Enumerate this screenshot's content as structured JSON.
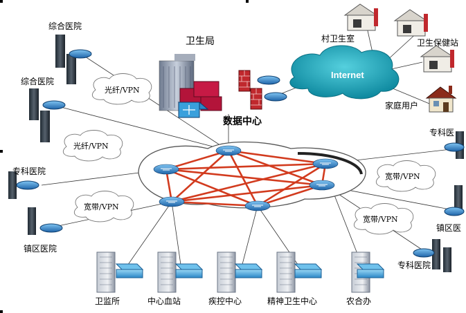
{
  "labels": {
    "health_bureau": "卫生局",
    "data_center": "数据中心",
    "internet": "Internet",
    "village_clinic": "村卫生室",
    "health_station": "卫生保健站",
    "home_user": "家庭用户",
    "general_hospital_1": "综合医院",
    "general_hospital_2": "综合医院",
    "specialty_hospital_left": "专科医院",
    "town_hospital_left": "镇区医院",
    "specialty_hospital_right_top": "专科医",
    "town_hospital_right": "镇区医",
    "specialty_hospital_right_bottom": "专科医院",
    "health_supervision": "卫监所",
    "blood_center": "中心血站",
    "disease_control": "疾控中心",
    "mental_health_center": "精神卫生中心",
    "rural_coop_office": "农合办"
  },
  "clouds": {
    "fiber_vpn_1": "光纤/VPN",
    "fiber_vpn_2": "光纤/VPN",
    "broadband_vpn_left": "宽带/VPN",
    "broadband_vpn_right_top": "宽带/VPN",
    "broadband_vpn_right_bottom": "宽带/VPN"
  },
  "colors": {
    "mesh_link": "#d23b1e",
    "router_blue": "#2f7fc9",
    "switch_blue": "#3aa0dc",
    "internet_cloud": "#1fa1b5",
    "firewall": "#c0282d",
    "core_switch": "#b3143a",
    "building_gray": "#8a93a6"
  }
}
